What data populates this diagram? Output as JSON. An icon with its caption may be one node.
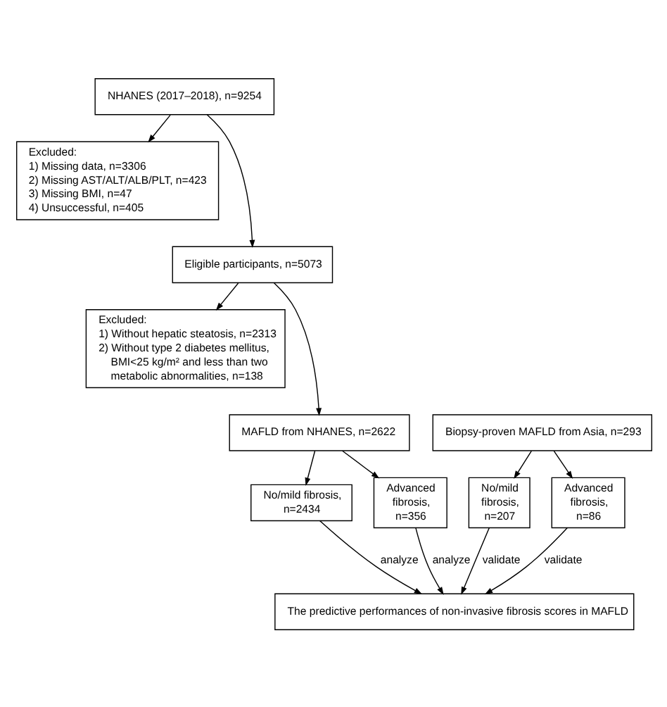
{
  "diagram": {
    "nodes": [
      {
        "text": [
          "NHANES (2017–2018), n=9254"
        ]
      },
      {
        "text": [
          "Excluded:",
          "1) Missing data, n=3306",
          "2) Missing AST/ALT/ALB/PLT, n=423",
          "3) Missing BMI, n=47",
          "4) Unsuccessful, n=405"
        ]
      },
      {
        "text": [
          "Eligible participants, n=5073"
        ]
      },
      {
        "text": [
          "Excluded:",
          "1) Without hepatic steatosis, n=2313",
          "2) Without type 2 diabetes mellitus, BMI<25 kg/m² and less than two metabolic abnormalities, n=138"
        ]
      },
      {
        "text": [
          "MAFLD from NHANES, n=2622"
        ]
      },
      {
        "text": [
          "Biopsy-proven MAFLD from Asia, n=293"
        ]
      },
      {
        "text": [
          "No/mild fibrosis, n=2434"
        ]
      },
      {
        "text": [
          "Advanced fibrosis, n=356"
        ]
      },
      {
        "text": [
          "No/mild fibrosis, n=207"
        ]
      },
      {
        "text": [
          "Advanced fibrosis, n=86"
        ]
      },
      {
        "text": [
          "The predictive performances of non-invasive fibrosis scores in MAFLD"
        ]
      }
    ],
    "edges": [
      {
        "from": 0,
        "to": 1,
        "arrow": "to"
      },
      {
        "from": 0,
        "to": 2,
        "arrow": "to"
      },
      {
        "from": 2,
        "to": 3,
        "arrow": "to"
      },
      {
        "from": 2,
        "to": 4,
        "arrow": "to"
      },
      {
        "from": 4,
        "to": 6,
        "arrow": "to"
      },
      {
        "from": 4,
        "to": 7,
        "arrow": "to"
      },
      {
        "from": 5,
        "to": 8,
        "arrow": "to"
      },
      {
        "from": 5,
        "to": 9,
        "arrow": "to"
      },
      {
        "from": 6,
        "to": 10,
        "arrow": "to",
        "label": "analyze"
      },
      {
        "from": 7,
        "to": 10,
        "arrow": "to",
        "label": "analyze"
      },
      {
        "from": 8,
        "to": 10,
        "arrow": "to",
        "label": "validate"
      },
      {
        "from": 9,
        "to": 10,
        "arrow": "to",
        "label": "validate"
      }
    ]
  }
}
